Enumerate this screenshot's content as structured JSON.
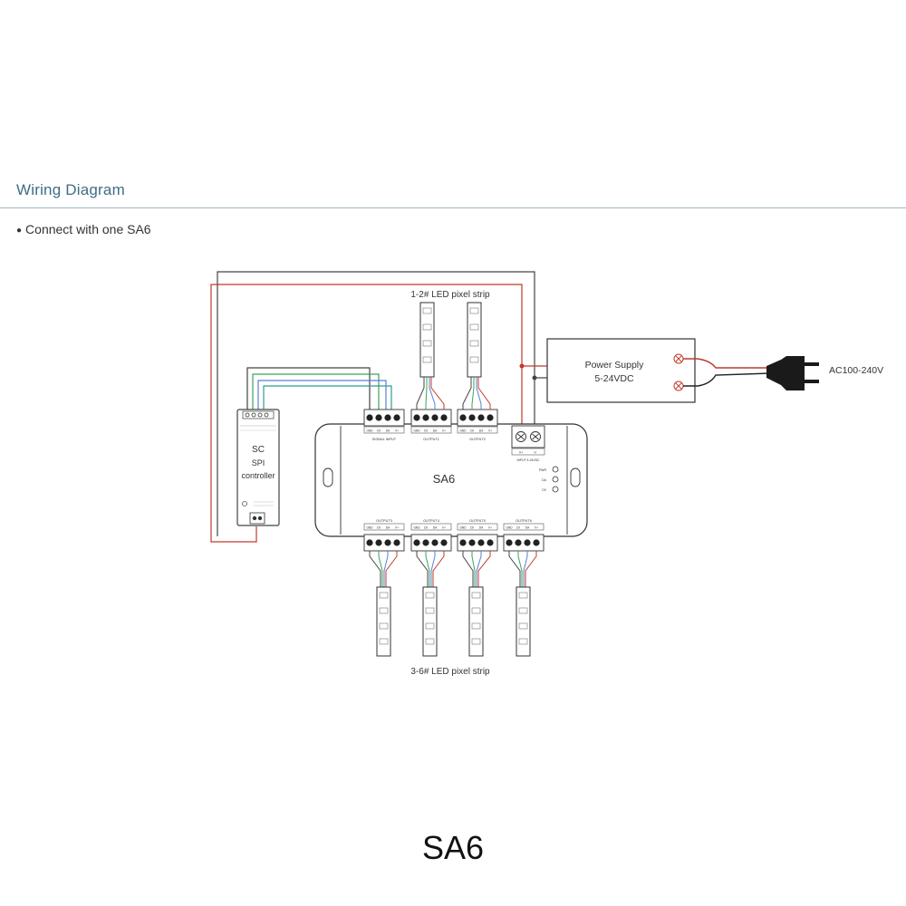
{
  "header": {
    "title": "Wiring Diagram",
    "bullet": "Connect with one SA6"
  },
  "diagram": {
    "strip_label_top": "1-2# LED pixel strip",
    "strip_label_bottom": "3-6# LED pixel strip",
    "power_supply": {
      "line1": "Power Supply",
      "line2": "5-24VDC"
    },
    "ac_input": "AC100-240V",
    "controller": {
      "line1": "SC",
      "line2": "SPI",
      "line3": "controller"
    },
    "device_name": "SA6",
    "terminal_pins": [
      "GND",
      "CK",
      "DA",
      "V+"
    ],
    "power_pins": [
      "V+",
      "V-"
    ],
    "port_labels": {
      "signal_input": "SIGNAL INPUT",
      "output1": "OUTPUT1",
      "output2": "OUTPUT2",
      "output3": "OUTPUT3",
      "output4": "OUTPUT4",
      "output5": "OUTPUT5",
      "output6": "OUTPUT6",
      "power_input": "INPUT 5-24VDC"
    },
    "leds": [
      "PWR",
      "DA",
      "CK"
    ],
    "colors": {
      "title": "#3f6d86",
      "wire_black": "#444444",
      "wire_red": "#c0392b",
      "wire_green": "#3aa35a",
      "wire_blue": "#5a7fd6",
      "plug": "#1a1a1a"
    }
  },
  "caption": "SA6"
}
